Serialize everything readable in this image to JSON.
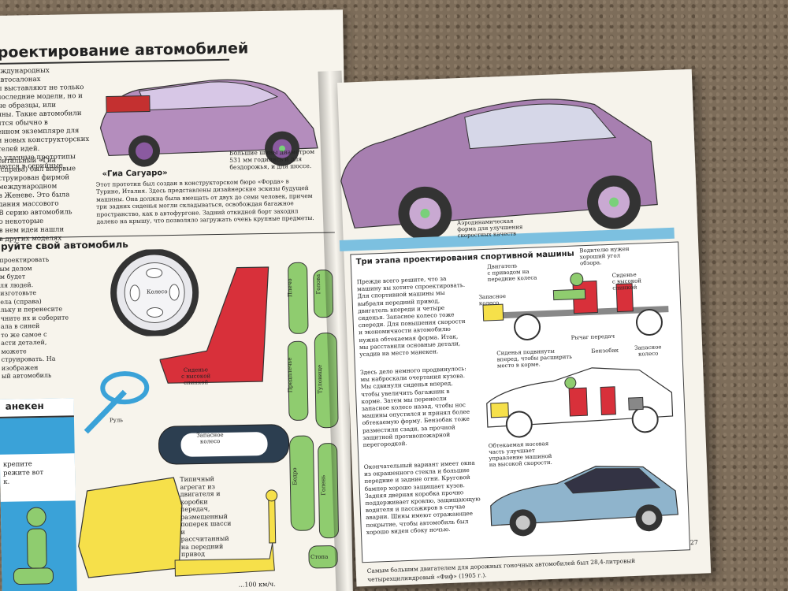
{
  "left_page": {
    "heading": "роектирование автомобилей",
    "intro_text": "еждународных автосалонах\nы выставляют не только\nпоследние модели, но и\nые образцы, или\nины. Такие автомобили\nятся обычно в\nенном экземпляре для\nи новых конструкторских\nтелей идей.\nе удачные прототипы\nаются в серийные",
    "ghia_text": "ентальный «Гиа\n(справа) был впервые\nструирован фирмой\nмеждународном\nв Женеве. Это была\nдания массового\nВ серию автомобиль\nо некоторые\nв нем идеи нашли\nв других моделях",
    "caption_title": "«Гиа Сагуаро»",
    "caption_tires": "Большие шины диаметром\n531 мм годились и для\nбездорожья, и для шоссе.",
    "caption_main": "Этот прототип был создан в конструкторском бюро «Форда» в\nТурине, Италия. Здесь представлены дизайнерские эскизы будущей\nмашины. Она должна была вмещать от двух до семи человек, причем\nтри задних сиденья могли складываться, освобождая багажное\nпространство, как в автофургоне. Задний откидной борт заходил\nдалеко на крышу, что позволяло загружать очень крупные предметы.",
    "section2_heading": "руйте свой автомобиль",
    "section2_text": "проектировать\nым делом\nм будет\nля людей.\nизготовьте\nела (справа)\nльку и перенесите\nчните их и соберите\nала в синей\nто же самое с\nасти деталей,\nможете\nструировать. На\nизображен\nый автомобиль",
    "maneken_heading": "анекен",
    "maneken_text": "крепите\nрежите вот\nк.",
    "labels": {
      "wheel": "Колесо",
      "seat": "Сиденье\nс высокой\nспинкой",
      "steering": "Руль",
      "spare": "Запасное\nколесо",
      "engine": "Типичный\nагрегат из\nдвигателя и\nкоробки\nпередач,\nразмещенный\nпоперек шасси\nи\nрассчитанный\nна передний\nпривод",
      "head": "Голова",
      "shoulder": "Плечо",
      "forearm": "Предплечье",
      "torso": "Туловище",
      "thigh": "Бедро",
      "shin": "Голень",
      "foot": "Стопа"
    },
    "bottom_text": "...100 км/ч."
  },
  "right_page": {
    "caption_aero": "Аэродинамическая\nформа для улучшения\nскоростных качеств",
    "heading": "Три этапа проектирования спортивной машины",
    "step1_text": "Прежде всего решите, что за\nмашину вы хотите спроектировать.\nДля спортивной машины мы\nвыбрали передний привод,\nдвигатель впереди и четыре\nсиденья. Запасное колесо тоже\nспереди. Для повышения скорости\nи экономичности автомобилю\nнужна обтекаемая форма. Итак,\nмы расставили основные детали,\nусадив на место манекен.",
    "step2_text": "Здесь дело немного продвинулось:\nмы наброскали очертания кузова.\nМы сдвинули сиденья вперед,\nчтобы увеличить багажник в\nкорме. Затем мы перенесли\nзапасное колесо назад, чтобы нос\nмашины опустился и принял более\nобтекаемую форму. Бензобак тоже\nразместили сзади, за прочной\nзащитной противопожарной перегородкой.",
    "step3_text": "Окончательный вариант имеет окна\nиз окрашенного стекла и большие\nпередние и задние огни. Круговой\nбампер хорошо защищает кузов.\nЗадняя дверная коробка прочно\nподдерживает кровлю, защищающую\nводителя и пассажиров в случае\nаварии. Шины имеют отражающее\nпокрытие, чтобы автомобиль был\nхорошо виден сбоку ночью.",
    "labels": {
      "engine_front": "Двигатель\nс приводом на\nпередние колеса",
      "spare_front": "Запасное\nколесо",
      "driver_view": "Водителю нужен\nхороший угол\nобзора.",
      "high_seats": "Сиденье\nс высокой\nспинкой",
      "gear_lever": "Рычаг передач",
      "seats_forward": "Сиденья подвинуты\nвперед, чтобы расширить\nместо в корме.",
      "fuel_tank": "Бензобак",
      "spare_rear": "Запасное\nколесо",
      "nose": "Обтекаемая носовая\nчасть улучшает\nуправление машиной\nна высокой скорости."
    },
    "footer": "Самым большим двигателем для дорожных гоночных автомобилей был 28,4-литровый четырехцилиндровый «Фиф» (1905 г.).",
    "page_number": "27"
  },
  "colors": {
    "car_purple": "#a77fb0",
    "dummy_green": "#8fcc6f",
    "seat_red": "#d8303a",
    "engine_yellow": "#f6e04a",
    "panel_blue": "#3aa2d8",
    "tire_dark": "#2c3e50"
  }
}
